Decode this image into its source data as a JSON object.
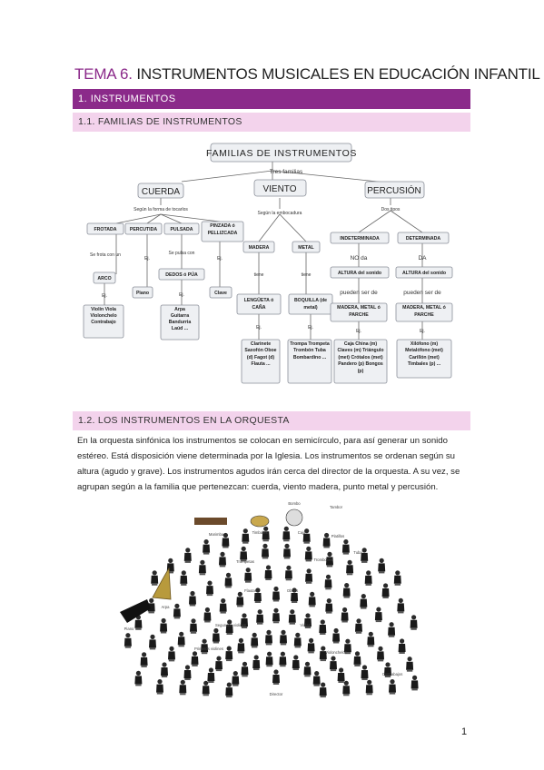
{
  "page": {
    "title_num": "TEMA 6.",
    "title_text": " INSTRUMENTOS MUSICALES EN EDUCACIÓN INFANTIL",
    "section1": "1. INSTRUMENTOS",
    "section11": "1.1. FAMILIAS DE INSTRUMENTOS",
    "section12": "1.2. LOS INSTRUMENTOS EN LA ORQUESTA",
    "paragraph": "En la orquesta sinfónica los instrumentos se colocan en semicírculo, para así generar un sonido estéreo. Está disposición viene determinada por la Iglesia. Los instrumentos se ordenan según su altura (agudo y grave). Los instrumentos agudos irán cerca del director de la orquesta. A su vez, se agrupan según a la familia que pertenezcan: cuerda, viento madera, punto metal y percusión.",
    "page_number": "1"
  },
  "concept_map": {
    "root": "FAMILIAS DE INSTRUMENTOS",
    "root_link": "Tres familias",
    "cuerda": "CUERDA",
    "viento": "VIENTO",
    "percusion": "PERCUSIÓN",
    "cuerda_link": "Según la forma de tocarlos",
    "viento_link": "Según la embocadura",
    "percusion_link": "Dos tipos",
    "frotada": "FROTADA",
    "percutida": "PERCUTIDA",
    "pulsada": "PULSADA",
    "pinzada": "PINZADA ó PELLIZCADA",
    "frotada_link": "Se frota con un",
    "pulsada_link": "Se pulsa con",
    "arco": "ARCO",
    "dedos": "DEDOS ó PÚA",
    "ej": "Ej.",
    "tiene": "tiene",
    "piano": "Piano",
    "clave": "Clave",
    "frotada_ex": "Violín Viola Violonchelo Contrabajo",
    "pulsada_ex": "Arpa Guitarra Bandurria Laúd ...",
    "madera": "MADERA",
    "metal": "METAL",
    "lengueta": "LENGÜETA ó CAÑA",
    "boquilla": "BOQUILLA (de metal)",
    "madera_ex": "Clarinete Saxofón Oboe (d) Fagot (d) Flauta ...",
    "metal_ex": "Trompa Trompeta Trombón Tuba Bombardino ...",
    "indeterminada": "INDETERMINADA",
    "determinada": "DETERMINADA",
    "no_da": "NO da",
    "da": "DA",
    "altura_ind": "ALTURA del sonido",
    "altura_det": "ALTURA del sonido",
    "pueden": "pueden ser de",
    "mmp_ind": "MADERA, METAL ó PARCHE",
    "mmp_det": "MADERA, METAL ó PARCHE",
    "indet_ex": "Caja China (m) Claves (m) Triángulo (met) Crótalos (met) Pandero (p) Bongos (p)",
    "det_ex": "Xilófono (m) Metalófono (met) Carillón (met) Timbales (p) ..."
  },
  "orchestra": {
    "labels": {
      "bombo": "Bombo",
      "tambor": "Tambor",
      "timbales": "Timbales",
      "marimba": "Marimba",
      "caja": "Caja",
      "platillos": "Platillos",
      "trompetas": "Trompetas",
      "trombones": "Trombones",
      "tuba": "Tuba",
      "flautas": "Flautas",
      "oboes": "Oboes",
      "arpa": "Arpa",
      "piano": "Piano",
      "violines1": "Primeros violines",
      "violines2": "Segundos violines",
      "violas": "Violas",
      "violonchelos": "Violonchelos",
      "contrabajos": "Contrabajos",
      "director": "Director"
    }
  }
}
